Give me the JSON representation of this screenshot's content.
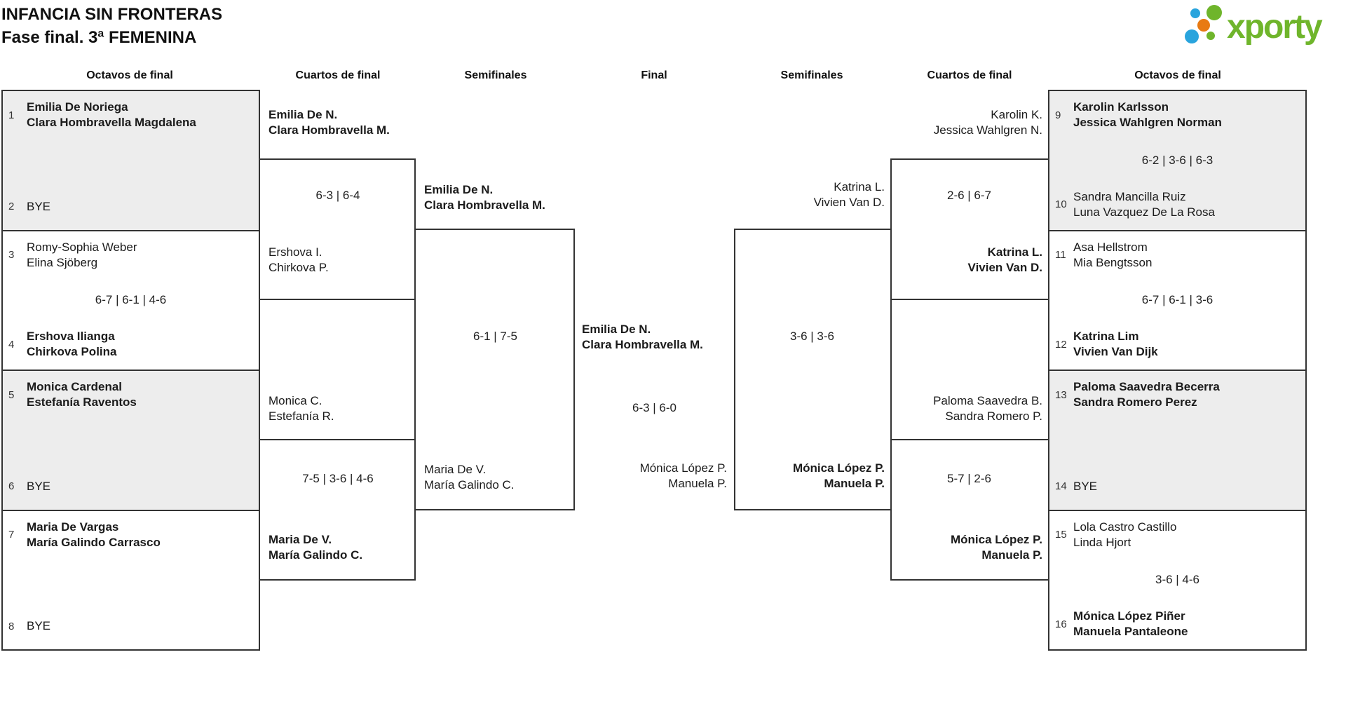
{
  "title": {
    "line1": "INFANCIA SIN FRONTERAS",
    "line2": "Fase final. 3ª FEMENINA"
  },
  "logo": {
    "brand": "xporty"
  },
  "colors": {
    "green": "#6fb52b",
    "blue": "#29a4dd",
    "orange": "#e87a12",
    "shaded_row": "#ededed",
    "border": "#333333"
  },
  "round_headers": [
    "Octavos de final",
    "Cuartos de final",
    "Semifinales",
    "Final",
    "Semifinales",
    "Cuartos de final",
    "Octavos de final"
  ],
  "octavos_left": [
    {
      "top_seed": "1",
      "top": [
        "Emilia De Noriega",
        "Clara Hombravella Magdalena"
      ],
      "bottom_seed": "2",
      "bottom": [
        "BYE"
      ]
    },
    {
      "top_seed": "3",
      "top": [
        "Romy-Sophia Weber",
        "Elina Sjöberg"
      ],
      "score": "6-7 | 6-1 | 4-6",
      "bottom_seed": "4",
      "bottom": [
        "Ershova Ilianga",
        "Chirkova Polina"
      ]
    },
    {
      "top_seed": "5",
      "top": [
        "Monica Cardenal",
        "Estefanía Raventos"
      ],
      "bottom_seed": "6",
      "bottom": [
        "BYE"
      ]
    },
    {
      "top_seed": "7",
      "top": [
        "Maria De Vargas",
        "María Galindo Carrasco"
      ],
      "bottom_seed": "8",
      "bottom": [
        "BYE"
      ]
    }
  ],
  "octavos_right": [
    {
      "top_seed": "9",
      "top": [
        "Karolin Karlsson",
        "Jessica Wahlgren Norman"
      ],
      "score": "6-2 | 3-6 | 6-3",
      "bottom_seed": "10",
      "bottom": [
        "Sandra Mancilla Ruiz",
        "Luna Vazquez De La Rosa"
      ]
    },
    {
      "top_seed": "11",
      "top": [
        "Asa Hellstrom",
        "Mia Bengtsson"
      ],
      "score": "6-7 | 6-1 | 3-6",
      "bottom_seed": "12",
      "bottom": [
        "Katrina Lim",
        "Vivien Van Dijk"
      ]
    },
    {
      "top_seed": "13",
      "top": [
        "Paloma Saavedra Becerra",
        "Sandra Romero Perez"
      ],
      "bottom_seed": "14",
      "bottom": [
        "BYE"
      ]
    },
    {
      "top_seed": "15",
      "top": [
        "Lola Castro Castillo",
        "Linda Hjort"
      ],
      "score": "3-6 | 4-6",
      "bottom_seed": "16",
      "bottom": [
        "Mónica López Piñer",
        "Manuela Pantaleone"
      ]
    }
  ],
  "quarters_left": [
    {
      "team1": [
        "Emilia De N.",
        "Clara Hombravella M."
      ],
      "score": "6-3 | 6-4",
      "team2": [
        "Ershova I.",
        "Chirkova P."
      ]
    },
    {
      "team1": [
        "Monica C.",
        "Estefanía R."
      ],
      "score": "7-5 | 3-6 | 4-6",
      "team2": [
        "Maria De V.",
        "María Galindo C."
      ]
    }
  ],
  "semi_left": {
    "team1": [
      "Emilia De N.",
      "Clara Hombravella M."
    ],
    "score": "6-1 | 7-5",
    "team2": [
      "Maria De V.",
      "María Galindo C."
    ]
  },
  "final": {
    "team1": [
      "Emilia De N.",
      "Clara Hombravella M."
    ],
    "score": "6-3 | 6-0",
    "team2": [
      "Mónica López P.",
      "Manuela P."
    ]
  },
  "semi_right": {
    "team1": [
      "Katrina L.",
      "Vivien Van D."
    ],
    "score": "3-6 | 3-6",
    "team2": [
      "Mónica López P.",
      "Manuela P."
    ]
  },
  "quarters_right": [
    {
      "team1": [
        "Karolin K.",
        "Jessica Wahlgren N."
      ],
      "score": "2-6 | 6-7",
      "team2": [
        "Katrina L.",
        "Vivien Van D."
      ]
    },
    {
      "team1": [
        "Paloma Saavedra B.",
        "Sandra Romero P."
      ],
      "score": "5-7 | 2-6",
      "team2": [
        "Mónica López P.",
        "Manuela P."
      ]
    }
  ]
}
